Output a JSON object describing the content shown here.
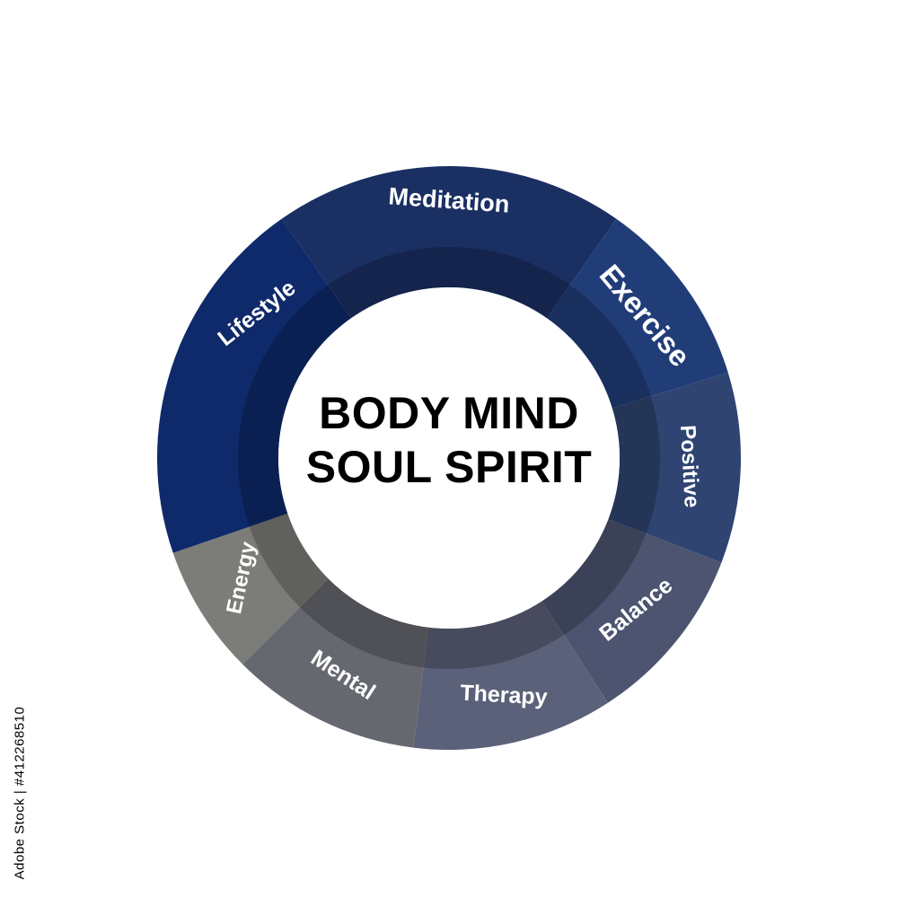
{
  "diagram": {
    "center_lines": [
      "BODY MIND",
      "SOUL SPIRIT"
    ],
    "segments": [
      {
        "label": "Meditation",
        "color": "#1a2f62"
      },
      {
        "label": "Exercise",
        "color": "#213d78"
      },
      {
        "label": "Positive",
        "color": "#2f4470"
      },
      {
        "label": "Balance",
        "color": "#4c5470"
      },
      {
        "label": "Therapy",
        "color": "#5b6178"
      },
      {
        "label": "Mental",
        "color": "#66686f"
      },
      {
        "label": "Energy",
        "color": "#7c7c78"
      },
      {
        "label": "Lifestyle",
        "color": "#0f2a6a"
      }
    ],
    "label_color": "#ffffff",
    "center_text_color": "#000000"
  },
  "watermark": {
    "stock_id": "Adobe Stock | #412268510"
  }
}
